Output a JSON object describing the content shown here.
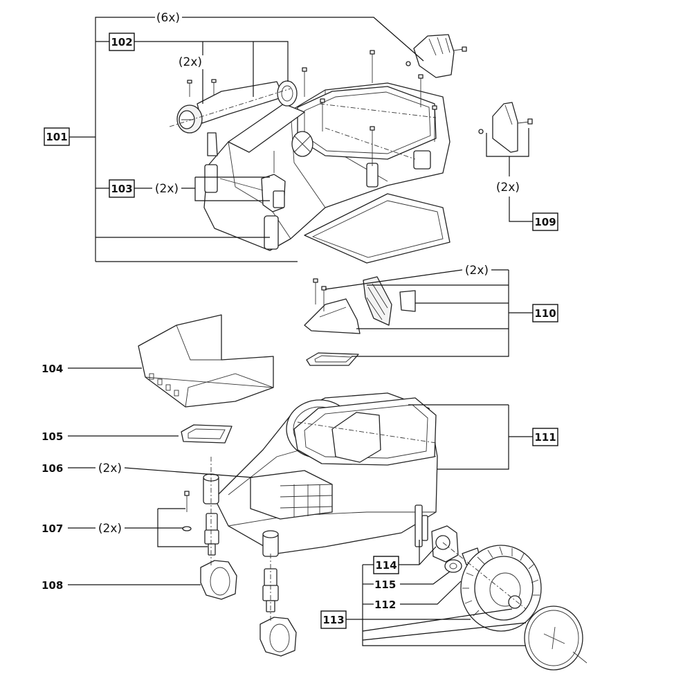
{
  "callouts": {
    "c101": "101",
    "c102": "102",
    "c103": "103",
    "c104": "104",
    "c105": "105",
    "c106": "106",
    "c107": "107",
    "c108": "108",
    "c109": "109",
    "c110": "110",
    "c111": "111",
    "c112": "112",
    "c113": "113",
    "c114": "114",
    "c115": "115"
  },
  "quantities": {
    "q_6x": "(6x)",
    "q_102_2x": "(2x)",
    "q_103_2x": "(2x)",
    "q_109_2x": "(2x)",
    "q_110_2x": "(2x)",
    "q_106_2x": "(2x)",
    "q_107_2x": "(2x)"
  }
}
